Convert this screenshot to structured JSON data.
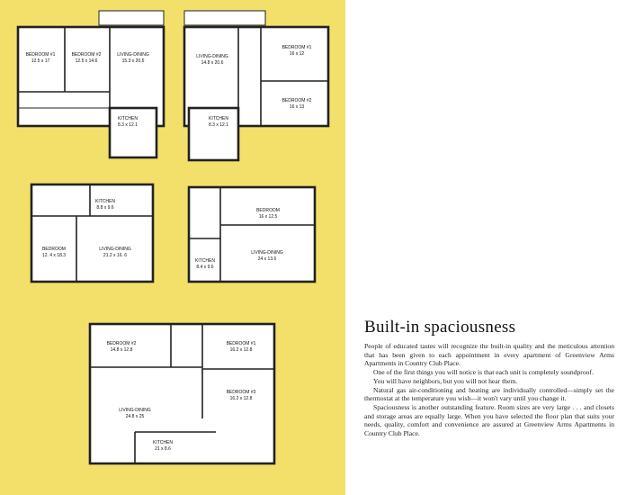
{
  "plans": [
    {
      "rooms": [
        {
          "name": "BEDROOM #1",
          "size": "12.5 x 17"
        },
        {
          "name": "BEDROOM #2",
          "size": "12.5 x 14.6"
        },
        {
          "name": "LIVING-DINING",
          "size": "15.3 x 20.5"
        },
        {
          "name": "KITCHEN",
          "size": "8.3 x 12.1"
        }
      ]
    },
    {
      "rooms": [
        {
          "name": "LIVING-DINING",
          "size": "14.8 x 20.6"
        },
        {
          "name": "BEDROOM #1",
          "size": "16 x 12"
        },
        {
          "name": "BEDROOM #2",
          "size": "16 x 13"
        },
        {
          "name": "KITCHEN",
          "size": "8.3 x 12.1"
        }
      ]
    },
    {
      "rooms": [
        {
          "name": "KITCHEN",
          "size": "8.8 x 9.6"
        },
        {
          "name": "BEDROOM",
          "size": "12. 4 x 18.3"
        },
        {
          "name": "LIVING-DINING",
          "size": "21.2 x 16. 6"
        }
      ]
    },
    {
      "rooms": [
        {
          "name": "BEDROOM",
          "size": "16 x 12.5"
        },
        {
          "name": "KITCHEN",
          "size": "8.4 x 9.6"
        },
        {
          "name": "LIVING-DINING",
          "size": "24 x 13.6"
        }
      ]
    },
    {
      "rooms": [
        {
          "name": "BEDROOM #2",
          "size": "14.8 x 12.8"
        },
        {
          "name": "BEDROOM #1",
          "size": "16.2 x 12.8"
        },
        {
          "name": "BEDROOM #3",
          "size": "16.2 x 12.8"
        },
        {
          "name": "LIVING-DINING",
          "size": "24.8 x 25"
        },
        {
          "name": "KITCHEN",
          "size": "21 x 8.6"
        }
      ]
    }
  ],
  "article": {
    "heading": "Built-in spaciousness",
    "paragraphs": [
      "People of educated tastes will recognize the built-in quality and the meticulous attention that has been given to each appointment in every apartment of Greenview Arms Apartments in Country Club Place.",
      "One of the first things you will notice is that each unit is completely soundproof.",
      "You will have neighbors, but you will not hear them.",
      "Natural gas air-conditioning and heating are individually controlled—simply set the thermostat at the temperature you wish—it won't vary until you change it.",
      "Spaciousness is another outstanding feature. Room sizes are very large . . . and closets and storage areas are equally large. When you have selected the floor plan that suits your needs, quality, comfort and convenience are assured at Greenview Arms Apartments in Country Club Place."
    ]
  },
  "colors": {
    "page_left": "#f3e06a",
    "page_right": "#ffffff",
    "ink": "#222222"
  }
}
